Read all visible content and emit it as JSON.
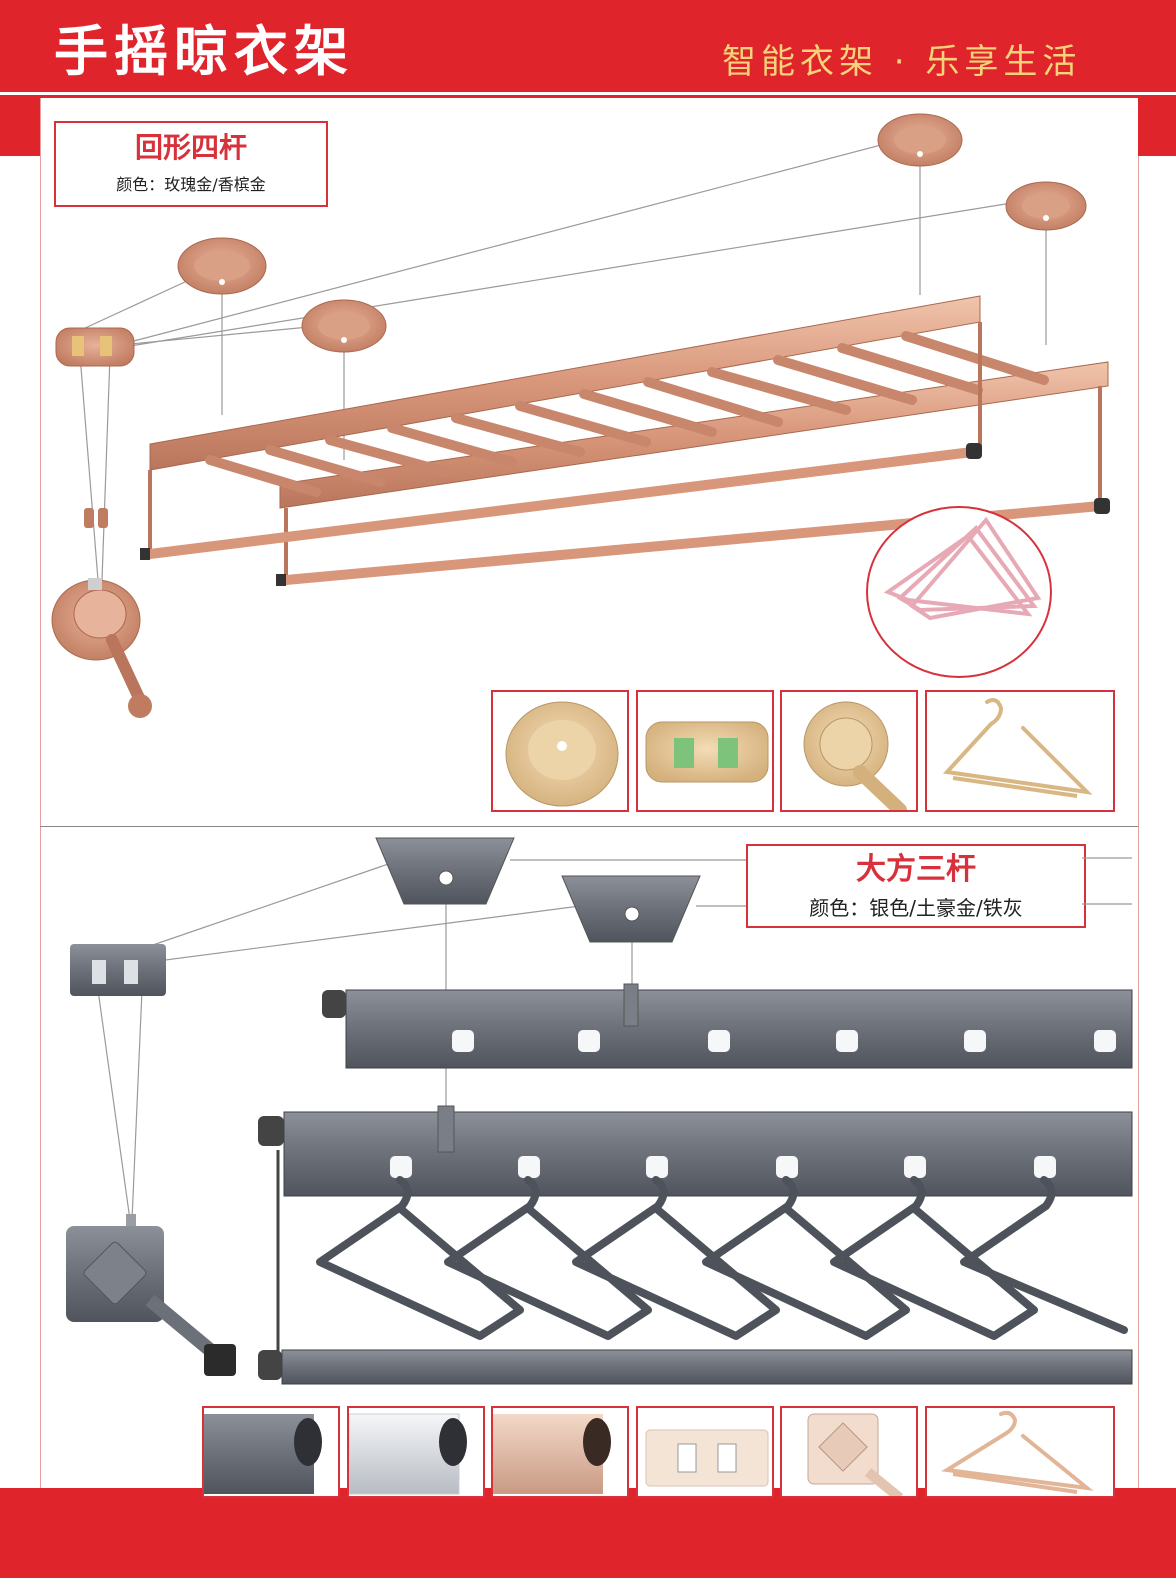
{
  "header": {
    "title": "手摇晾衣架",
    "slogan": "智能衣架 · 乐享生活"
  },
  "products": [
    {
      "name": "回形四杆",
      "colors": "颜色：玫瑰金/香槟金",
      "finish": "#d8967a",
      "thumbnails": [
        "ceiling-seat",
        "pulley-block",
        "hand-crank",
        "hanger"
      ]
    },
    {
      "name": "大方三杆",
      "colors": "颜色：银色/土豪金/铁灰",
      "finish": "#6c7079",
      "thumbnails": [
        "rail-silver-gray",
        "rail-silver",
        "rail-gold",
        "pulley-block",
        "hand-crank",
        "hanger"
      ]
    }
  ],
  "colors": {
    "brand_red": "#e0242b",
    "slogan_gold": "#f6d37a",
    "rose_gold": "#d8967a",
    "champagne": "#e7c89c",
    "iron_gray": "#6c7079"
  }
}
